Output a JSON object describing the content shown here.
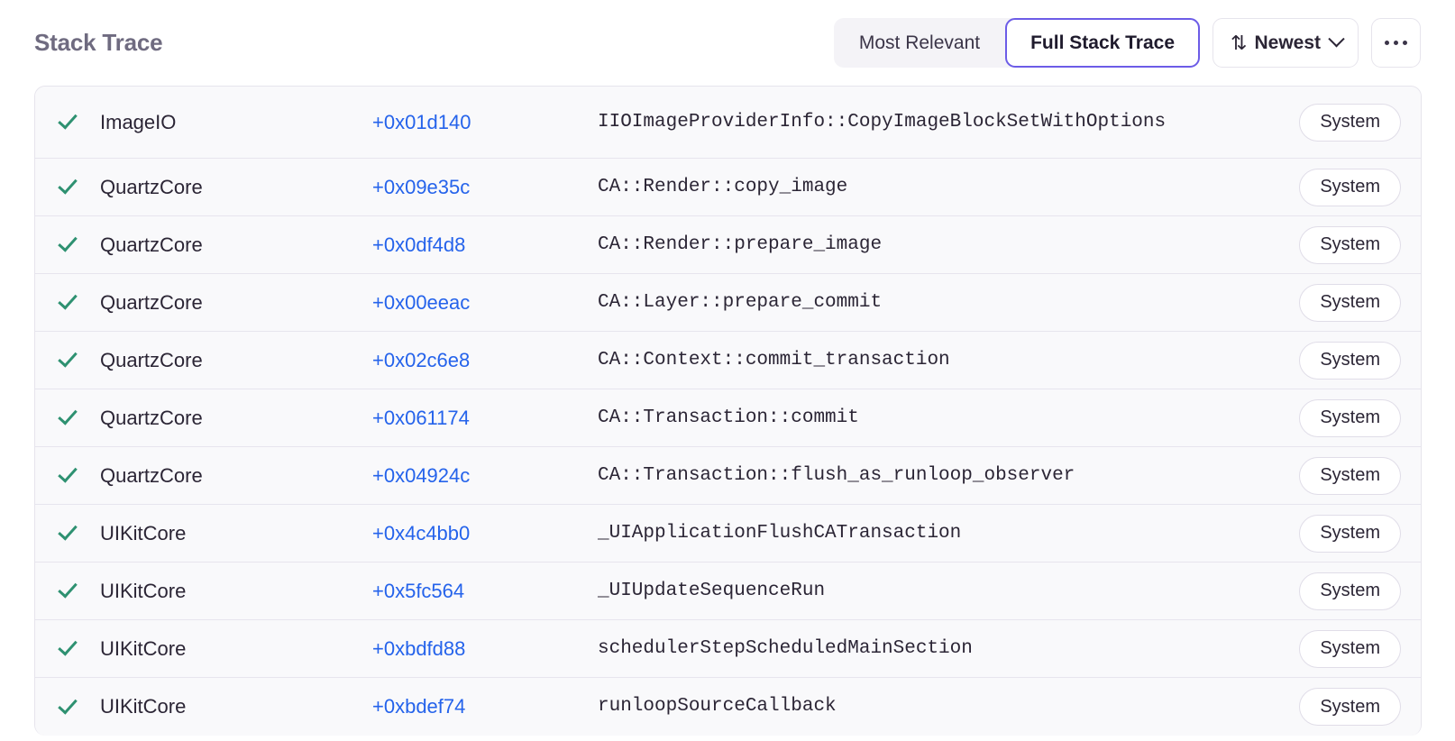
{
  "header": {
    "title": "Stack Trace",
    "segmented": {
      "options": [
        {
          "label": "Most Relevant",
          "selected": false
        },
        {
          "label": "Full Stack Trace",
          "selected": true
        }
      ]
    },
    "sort": {
      "icon": "sort-arrows-icon",
      "label": "Newest",
      "chevron": "chevron-down-icon"
    },
    "more": {
      "label": "…",
      "icon": "ellipsis-icon"
    }
  },
  "colors": {
    "accent_purple": "#6c5ce7",
    "link_blue": "#2563eb",
    "check_green": "#2e9171",
    "title_gray": "#6f6b80",
    "row_bg": "#f9f9fb",
    "border": "#e6e4ec"
  },
  "table": {
    "rows": [
      {
        "status": "check-icon",
        "module": "ImageIO",
        "address": "+0x01d140",
        "function": "IIOImageProviderInfo::CopyImageBlockSetWithOptions",
        "badge": "System",
        "wrapped": true
      },
      {
        "status": "check-icon",
        "module": "QuartzCore",
        "address": "+0x09e35c",
        "function": "CA::Render::copy_image",
        "badge": "System",
        "wrapped": false
      },
      {
        "status": "check-icon",
        "module": "QuartzCore",
        "address": "+0x0df4d8",
        "function": "CA::Render::prepare_image",
        "badge": "System",
        "wrapped": false
      },
      {
        "status": "check-icon",
        "module": "QuartzCore",
        "address": "+0x00eeac",
        "function": "CA::Layer::prepare_commit",
        "badge": "System",
        "wrapped": false
      },
      {
        "status": "check-icon",
        "module": "QuartzCore",
        "address": "+0x02c6e8",
        "function": "CA::Context::commit_transaction",
        "badge": "System",
        "wrapped": false
      },
      {
        "status": "check-icon",
        "module": "QuartzCore",
        "address": "+0x061174",
        "function": "CA::Transaction::commit",
        "badge": "System",
        "wrapped": false
      },
      {
        "status": "check-icon",
        "module": "QuartzCore",
        "address": "+0x04924c",
        "function": "CA::Transaction::flush_as_runloop_observer",
        "badge": "System",
        "wrapped": false
      },
      {
        "status": "check-icon",
        "module": "UIKitCore",
        "address": "+0x4c4bb0",
        "function": "_UIApplicationFlushCATransaction",
        "badge": "System",
        "wrapped": false
      },
      {
        "status": "check-icon",
        "module": "UIKitCore",
        "address": "+0x5fc564",
        "function": "_UIUpdateSequenceRun",
        "badge": "System",
        "wrapped": false
      },
      {
        "status": "check-icon",
        "module": "UIKitCore",
        "address": "+0xbdfd88",
        "function": "schedulerStepScheduledMainSection",
        "badge": "System",
        "wrapped": false
      },
      {
        "status": "check-icon",
        "module": "UIKitCore",
        "address": "+0xbdef74",
        "function": "runloopSourceCallback",
        "badge": "System",
        "wrapped": false
      }
    ]
  }
}
